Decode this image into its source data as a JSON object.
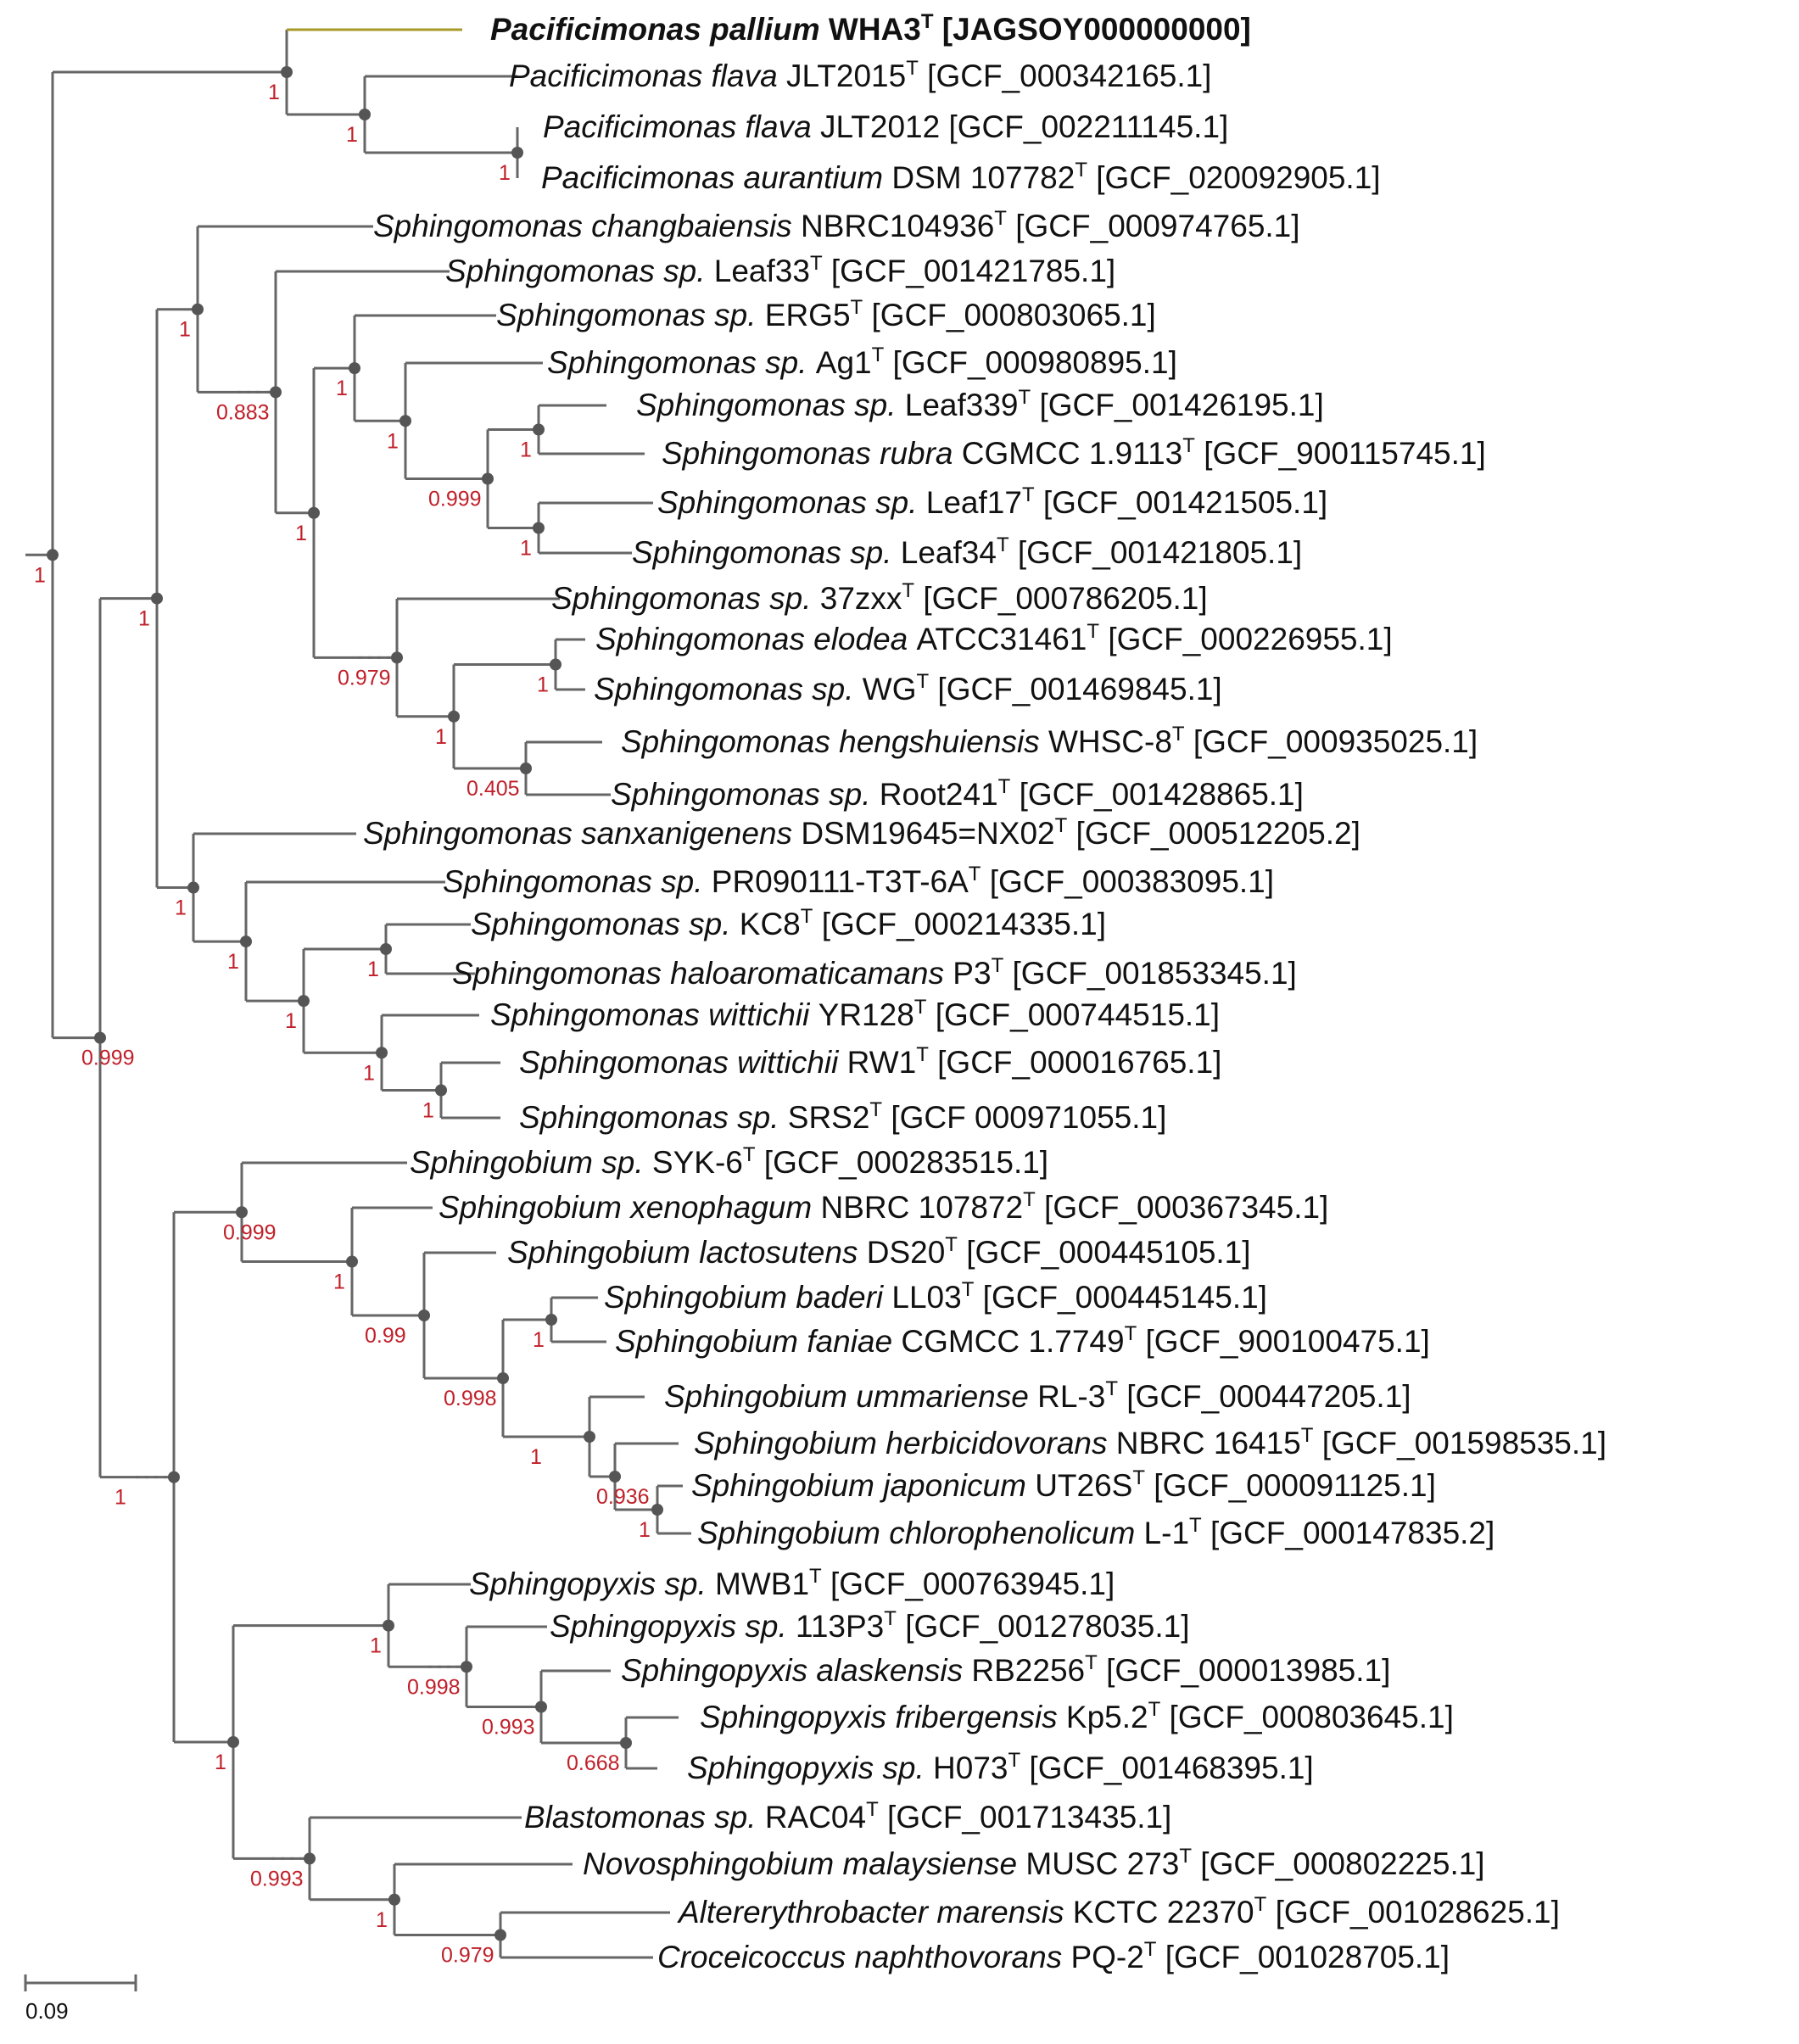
{
  "taxa": [
    {
      "genus": "Pacificimonas",
      "epithet": "pallium",
      "strain": "WHA3",
      "type": true,
      "accession": "[JAGSOY000000000]",
      "bold": true
    },
    {
      "genus": "Pacificimonas",
      "epithet": "flava",
      "strain": "JLT2015",
      "type": true,
      "accession": "[GCF_000342165.1]"
    },
    {
      "genus": "Pacificimonas",
      "epithet": "flava",
      "strain": "JLT2012",
      "type": false,
      "accession": "[GCF_002211145.1]"
    },
    {
      "genus": "Pacificimonas",
      "epithet": "aurantium",
      "strain": "DSM 107782",
      "type": true,
      "accession": "[GCF_020092905.1]"
    },
    {
      "genus": "Sphingomonas",
      "epithet": "changbaiensis",
      "strain": "NBRC104936",
      "type": true,
      "accession": "[GCF_000974765.1]"
    },
    {
      "genus": "Sphingomonas",
      "epithet": "sp.",
      "strain": "Leaf33",
      "type": true,
      "accession": "[GCF_001421785.1]"
    },
    {
      "genus": "Sphingomonas",
      "epithet": "sp.",
      "strain": "ERG5",
      "type": true,
      "accession": "[GCF_000803065.1]"
    },
    {
      "genus": "Sphingomonas",
      "epithet": "sp.",
      "strain": "Ag1",
      "type": true,
      "accession": "[GCF_000980895.1]"
    },
    {
      "genus": "Sphingomonas",
      "epithet": "sp.",
      "strain": "Leaf339",
      "type": true,
      "accession": "[GCF_001426195.1]"
    },
    {
      "genus": "Sphingomonas",
      "epithet": "rubra",
      "strain": "CGMCC 1.9113",
      "type": true,
      "accession": "[GCF_900115745.1]"
    },
    {
      "genus": "Sphingomonas",
      "epithet": "sp.",
      "strain": "Leaf17",
      "type": true,
      "accession": "[GCF_001421505.1]"
    },
    {
      "genus": "Sphingomonas",
      "epithet": "sp.",
      "strain": "Leaf34",
      "type": true,
      "accession": "[GCF_001421805.1]"
    },
    {
      "genus": "Sphingomonas",
      "epithet": "sp.",
      "strain": "37zxx",
      "type": true,
      "accession": "[GCF_000786205.1]"
    },
    {
      "genus": "Sphingomonas",
      "epithet": "elodea",
      "strain": "ATCC31461",
      "type": true,
      "accession": "[GCF_000226955.1]"
    },
    {
      "genus": "Sphingomonas",
      "epithet": "sp.",
      "strain": "WG",
      "type": true,
      "accession": "[GCF_001469845.1]"
    },
    {
      "genus": "Sphingomonas",
      "epithet": "hengshuiensis",
      "strain": "WHSC-8",
      "type": true,
      "accession": "[GCF_000935025.1]"
    },
    {
      "genus": "Sphingomonas",
      "epithet": "sp.",
      "strain": "Root241",
      "type": true,
      "accession": "[GCF_001428865.1]"
    },
    {
      "genus": "Sphingomonas",
      "epithet": "sanxanigenens",
      "strain": "DSM19645=NX02",
      "type": true,
      "accession": "[GCF_000512205.2]"
    },
    {
      "genus": "Sphingomonas",
      "epithet": "sp.",
      "strain": "PR090111-T3T-6A",
      "type": true,
      "accession": "[GCF_000383095.1]"
    },
    {
      "genus": "Sphingomonas",
      "epithet": "sp.",
      "strain": "KC8",
      "type": true,
      "accession": "[GCF_000214335.1]"
    },
    {
      "genus": "Sphingomonas",
      "epithet": "haloaromaticamans",
      "strain": "P3",
      "type": true,
      "accession": "[GCF_001853345.1]"
    },
    {
      "genus": "Sphingomonas",
      "epithet": "wittichii",
      "strain": "YR128",
      "type": true,
      "accession": "[GCF_000744515.1]"
    },
    {
      "genus": "Sphingomonas",
      "epithet": "wittichii",
      "strain": "RW1",
      "type": true,
      "accession": "[GCF_000016765.1]"
    },
    {
      "genus": "Sphingomonas",
      "epithet": "sp.",
      "strain": "SRS2",
      "type": true,
      "accession": "[GCF 000971055.1]"
    },
    {
      "genus": "Sphingobium",
      "epithet": "sp.",
      "strain": "SYK-6",
      "type": true,
      "accession": "[GCF_000283515.1]"
    },
    {
      "genus": "Sphingobium",
      "epithet": "xenophagum",
      "strain": "NBRC 107872",
      "type": true,
      "accession": "[GCF_000367345.1]"
    },
    {
      "genus": "Sphingobium",
      "epithet": "lactosutens",
      "strain": "DS20",
      "type": true,
      "accession": "[GCF_000445105.1]"
    },
    {
      "genus": "Sphingobium",
      "epithet": "baderi",
      "strain": "LL03",
      "type": true,
      "accession": "[GCF_000445145.1]"
    },
    {
      "genus": "Sphingobium",
      "epithet": "faniae",
      "strain": "CGMCC 1.7749",
      "type": true,
      "accession": "[GCF_900100475.1]"
    },
    {
      "genus": "Sphingobium",
      "epithet": "ummariense",
      "strain": "RL-3",
      "type": true,
      "accession": "[GCF_000447205.1]"
    },
    {
      "genus": "Sphingobium",
      "epithet": "herbicidovorans",
      "strain": "NBRC 16415",
      "type": true,
      "accession": "[GCF_001598535.1]"
    },
    {
      "genus": "Sphingobium",
      "epithet": "japonicum",
      "strain": "UT26S",
      "type": true,
      "accession": "[GCF_000091125.1]"
    },
    {
      "genus": "Sphingobium",
      "epithet": "chlorophenolicum",
      "strain": "L-1",
      "type": true,
      "accession": "[GCF_000147835.2]"
    },
    {
      "genus": "Sphingopyxis",
      "epithet": "sp.",
      "strain": "MWB1",
      "type": true,
      "accession": "[GCF_000763945.1]"
    },
    {
      "genus": "Sphingopyxis",
      "epithet": "sp.",
      "strain": "113P3",
      "type": true,
      "accession": "[GCF_001278035.1]"
    },
    {
      "genus": "Sphingopyxis",
      "epithet": "alaskensis",
      "strain": "RB2256",
      "type": true,
      "accession": "[GCF_000013985.1]"
    },
    {
      "genus": "Sphingopyxis",
      "epithet": "fribergensis",
      "strain": "Kp5.2",
      "type": true,
      "accession": "[GCF_000803645.1]"
    },
    {
      "genus": "Sphingopyxis",
      "epithet": "sp.",
      "strain": "H073",
      "type": true,
      "accession": "[GCF_001468395.1]"
    },
    {
      "genus": "Blastomonas",
      "epithet": "sp.",
      "strain": "RAC04",
      "type": true,
      "accession": "[GCF_001713435.1]"
    },
    {
      "genus": "Novosphingobium",
      "epithet": "malaysiense",
      "strain": "MUSC 273",
      "type": true,
      "accession": "[GCF_000802225.1]"
    },
    {
      "genus": "Altererythrobacter",
      "epithet": "marensis",
      "strain": "KCTC 22370",
      "type": true,
      "accession": "[GCF_001028625.1]"
    },
    {
      "genus": "Croceicoccus",
      "epithet": "naphthovorans",
      "strain": "PQ-2",
      "type": true,
      "accession": "[GCF_001028705.1]"
    }
  ],
  "type_marker": "T",
  "bootstrap": [
    "1",
    "1",
    "1",
    "0.883",
    "1",
    "1",
    "1",
    "0.999",
    "1",
    "1",
    "1",
    "0.979",
    "1",
    "1",
    "0.405",
    "1",
    "1",
    "1",
    "1",
    "1",
    "1",
    "1",
    "1",
    "0.99",
    "0.998",
    "1",
    "0.936",
    "1",
    "1",
    "0.999",
    "1",
    "0.998",
    "0.993",
    "0.668",
    "1",
    "0.993",
    "1",
    "0.979",
    "1"
  ],
  "scale_bar": {
    "label": "0.09"
  },
  "colors": {
    "branch": "#666666",
    "highlight_branch": "#a89a2a",
    "bootstrap": "#c0202a",
    "node": "#555555"
  }
}
